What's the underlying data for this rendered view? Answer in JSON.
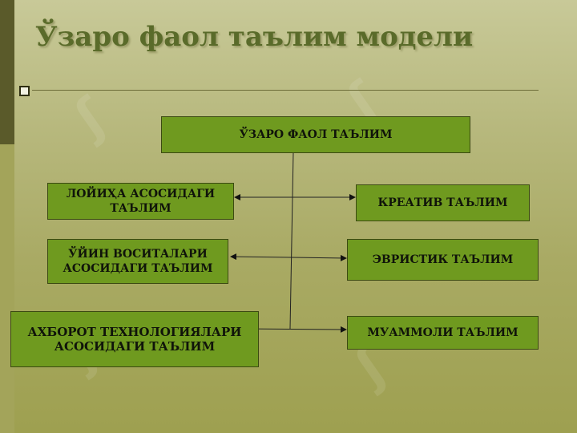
{
  "slide": {
    "title": "Ўзаро фаол таълим модели"
  },
  "diagram": {
    "top": "ЎЗАРО ФАОЛ ТАЪЛИМ",
    "left": [
      "ЛОЙИҲА АСОСИДАГИ\nТАЪЛИМ",
      "ЎЙИН ВОСИТАЛАРИ\nАСОСИДАГИ ТАЪЛИМ",
      "АХБОРОТ ТЕХНОЛОГИЯЛАРИ\nАСОСИДАГИ ТАЪЛИМ"
    ],
    "right": [
      "КРЕАТИВ ТАЪЛИМ",
      "ЭВРИСТИК ТАЪЛИМ",
      "МУАММОЛИ ТАЪЛИМ"
    ]
  }
}
